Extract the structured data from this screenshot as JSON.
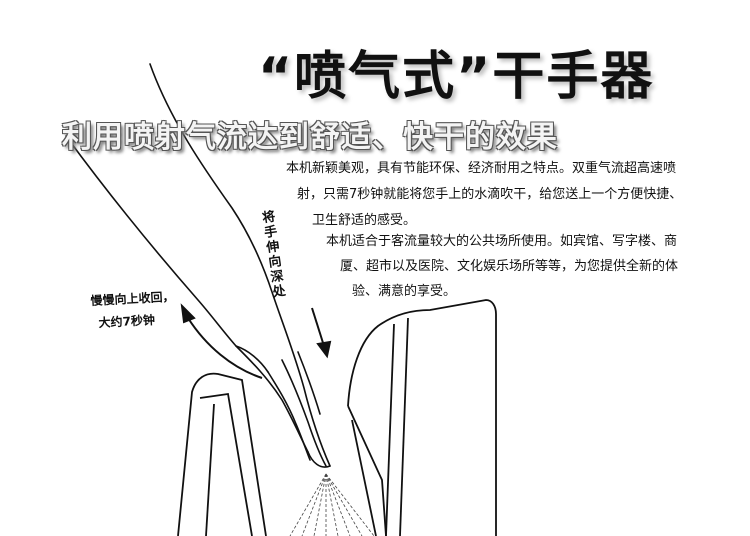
{
  "title": "“喷气式”干手器",
  "subtitle": "利用喷射气流达到舒适、快干的效果",
  "description": {
    "lines": [
      "本机新颖美观，具有节能环保、经济耐用之特点。双重气流超高速喷",
      "射，只需7秒钟就能将您手上的水滴吹干，给您送上一个方便快捷、",
      "卫生舒适的感受。",
      "本机适合于客流量较大的公共场所使用。如宾馆、写字楼、商",
      "厦、超市以及医院、文化娱乐场所等等，为您提供全新的体",
      "验、满意的享受。"
    ]
  },
  "instruction_down": "将手伸向深处",
  "instruction_up": {
    "line1": "慢慢向上收回，",
    "line2": "大约7秒钟"
  }
}
